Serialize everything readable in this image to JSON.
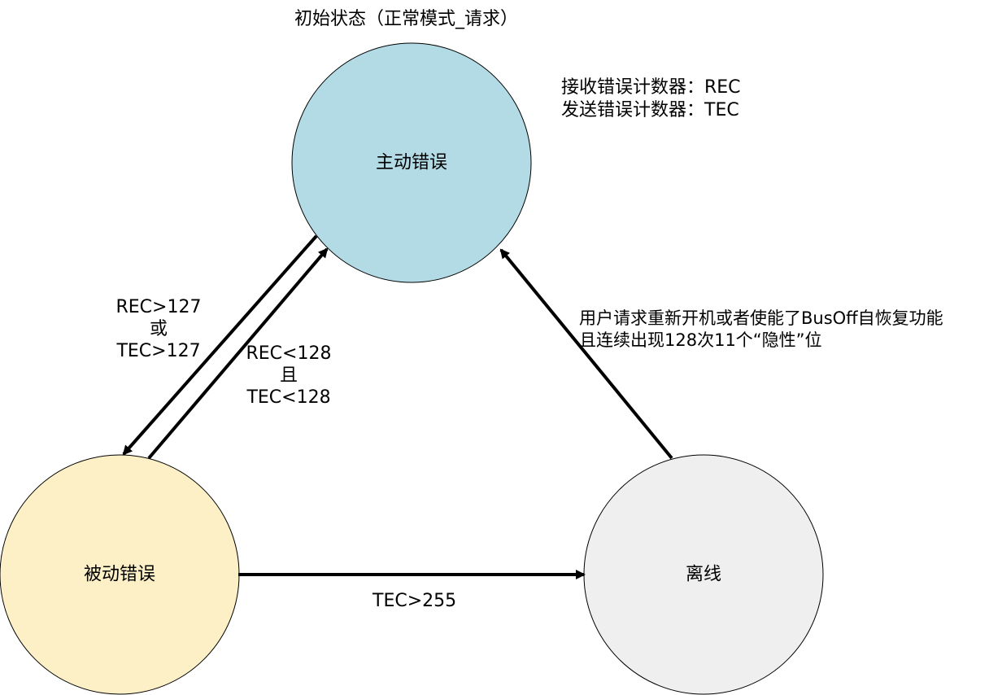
{
  "diagram": {
    "initial_state_label": "初始状态（正常模式_请求）",
    "legend": {
      "rec": "接收错误计数器：REC",
      "tec": "发送错误计数器：TEC"
    },
    "nodes": {
      "error_active": {
        "label": "主动错误",
        "fill": "#b3dbe6"
      },
      "error_passive": {
        "label": "被动错误",
        "fill": "#fdf0c6"
      },
      "bus_off": {
        "label": "离线",
        "fill": "#efefef"
      }
    },
    "transitions": {
      "active_to_passive": {
        "line1": "REC>127",
        "line2": "或",
        "line3": "TEC>127"
      },
      "passive_to_active": {
        "line1": "REC<128",
        "line2": "且",
        "line3": "TEC<128"
      },
      "passive_to_busoff": {
        "text": "TEC>255"
      },
      "busoff_to_active": {
        "line1": "用户请求重新开机或者使能了BusOff自恢复功能",
        "line2": "且连续出现128次11个“隐性”位"
      }
    },
    "stroke_color": "#000000"
  }
}
